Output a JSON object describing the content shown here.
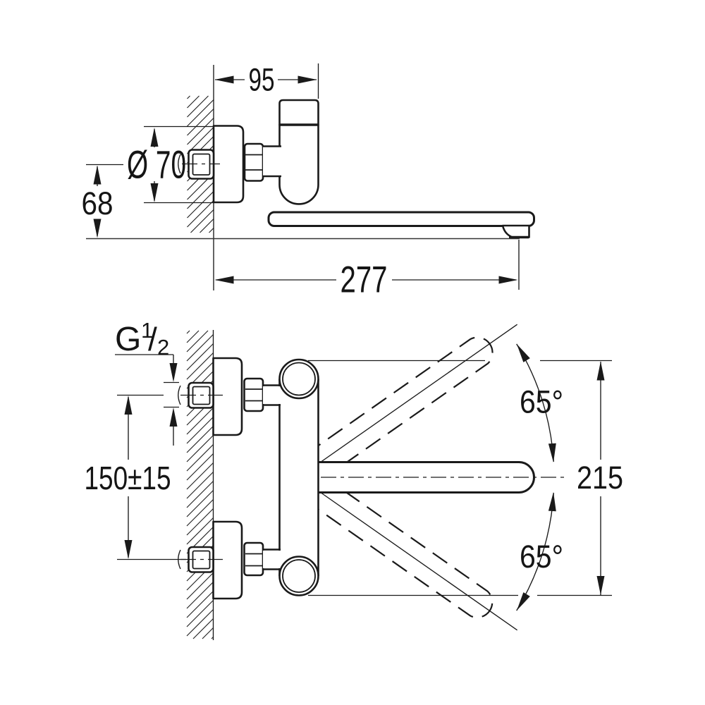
{
  "drawing": {
    "type": "faucet-installation-dimension-drawing",
    "top_view": {
      "dim_wall_offset": "95",
      "dim_flange_diameter": "Ø 70",
      "dim_height_below_axis": "68",
      "dim_spout_reach": "277"
    },
    "front_view": {
      "thread_prefix": "G",
      "thread_numerator": "1",
      "thread_separator": "/",
      "thread_denominator": "2",
      "dim_connection_spacing": "150±15",
      "dim_swivel_angle_upper": "65°",
      "dim_swivel_angle_lower": "65°",
      "dim_overall_swivel_height": "215"
    },
    "colors": {
      "line": "#1a1a1a",
      "background": "#ffffff"
    }
  }
}
